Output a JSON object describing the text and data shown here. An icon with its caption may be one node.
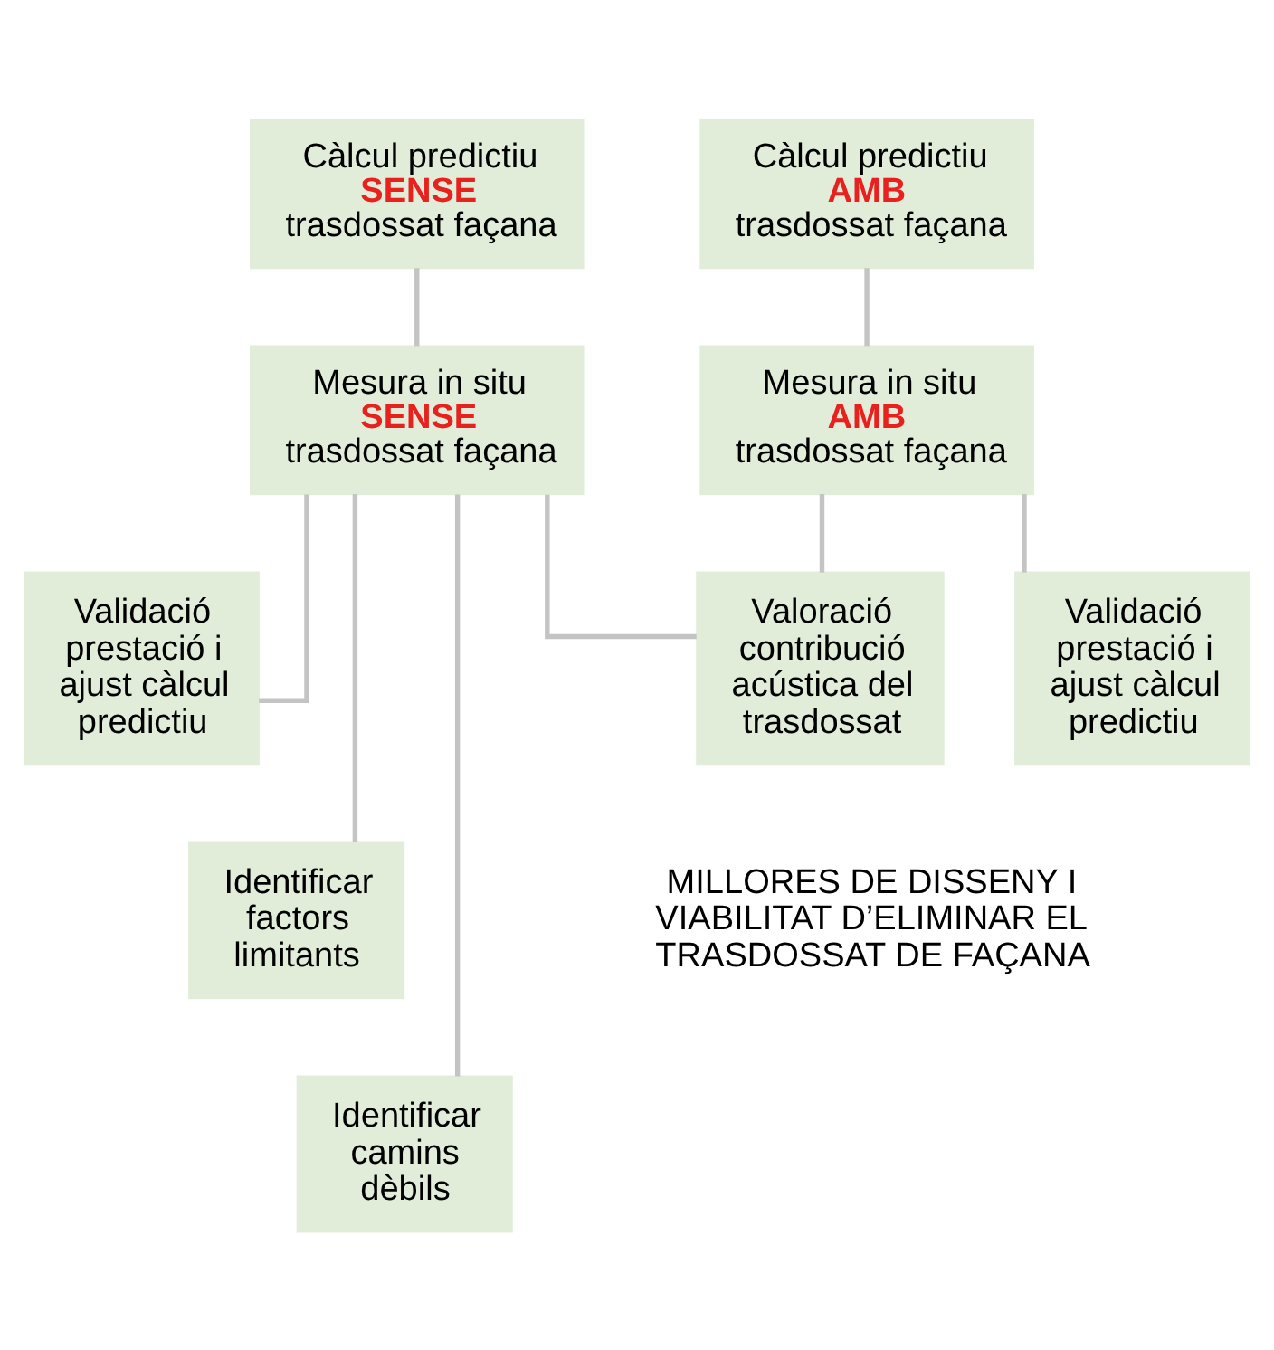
{
  "diagram": {
    "nodes": [
      {
        "text": [
          "Càlcul predictiu **SENSE** trasdossat façana"
        ]
      },
      {
        "text": [
          "Càlcul predictiu **AMB** trasdossat façana"
        ]
      },
      {
        "text": [
          "Mesura in situ **SENSE** trasdossat façana"
        ]
      },
      {
        "text": [
          "Mesura in situ **AMB** trasdossat façana"
        ]
      },
      {
        "text": [
          "Validació prestació i ajust càlcul predictiu"
        ]
      },
      {
        "text": [
          "Valoració contribució acústica del trasdossat"
        ]
      },
      {
        "text": [
          "Validació prestació i ajust càlcul predictiu"
        ]
      },
      {
        "text": [
          "Identificar factors limitants"
        ]
      },
      {
        "text": [
          "Identificar camins dèbils"
        ]
      }
    ],
    "edges": [
      {
        "from": 0,
        "to": 2,
        "arrow": "none"
      },
      {
        "from": 1,
        "to": 3,
        "arrow": "none"
      },
      {
        "from": 2,
        "to": 5,
        "arrow": "none"
      },
      {
        "from": 3,
        "to": 5,
        "arrow": "none"
      },
      {
        "from": 2,
        "to": 4,
        "arrow": "none"
      },
      {
        "from": 3,
        "to": 6,
        "arrow": "none"
      },
      {
        "from": 2,
        "to": 7,
        "arrow": "none"
      },
      {
        "from": 2,
        "to": 8,
        "arrow": "none"
      }
    ],
    "labels": [
      "MILLORES DE DISSENY I VIABILITAT D’ELIMINAR EL TRASDOSSAT DE FAÇANA"
    ]
  }
}
